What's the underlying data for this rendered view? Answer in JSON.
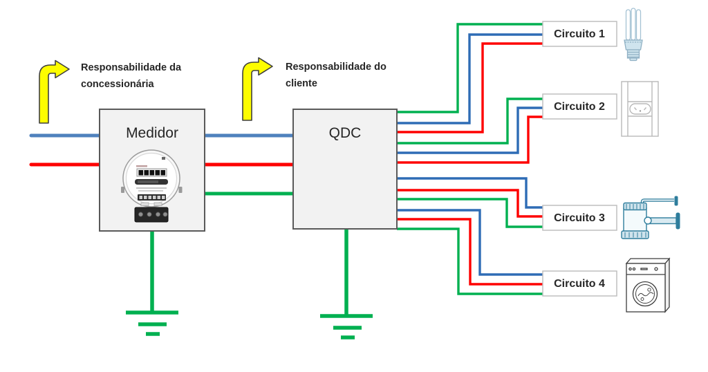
{
  "diagram": {
    "labels": {
      "concessionaria_line1": "Responsabilidade da",
      "concessionaria_line2": "concessionária",
      "cliente_line1": "Responsabilidade do",
      "cliente_line2": "cliente"
    },
    "medidor_label": "Medidor",
    "qdc_label": "QDC",
    "circuits": [
      {
        "label": "Circuito 1",
        "icon": "cfl-bulb-icon"
      },
      {
        "label": "Circuito 2",
        "icon": "power-outlet-icon"
      },
      {
        "label": "Circuito 3",
        "icon": "water-pump-icon"
      },
      {
        "label": "Circuito 4",
        "icon": "washing-machine-icon"
      }
    ],
    "wire_colors_legend": [
      "blue",
      "red",
      "green"
    ]
  },
  "colors": {
    "wire_blue": "#4f81bd",
    "wire_branch_blue": "#2e6cb5",
    "wire_red": "#fe0000",
    "wire_green": "#00b050",
    "arrow_yellow": "#fdfd00",
    "box_fill": "#f2f2f2",
    "box_border": "#595959",
    "circuit_box_border": "#bfbfbf",
    "text": "#262626"
  }
}
